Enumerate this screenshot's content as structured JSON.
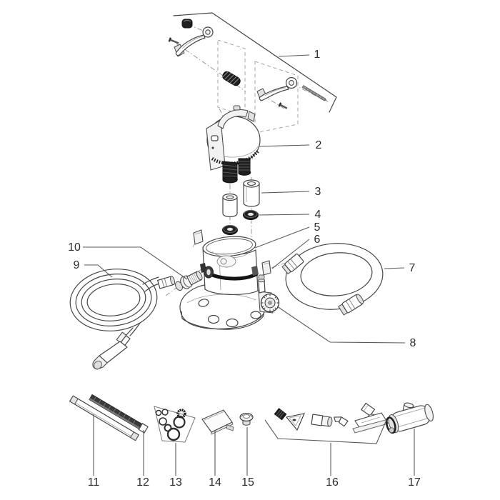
{
  "diagram": {
    "kind": "exploded-parts-diagram",
    "background_color": "#ffffff",
    "line_color": "#454545",
    "label_color": "#2c2c2c"
  },
  "callouts": [
    {
      "number": "1",
      "part": "handle-kit"
    },
    {
      "number": "2",
      "part": "motor-head"
    },
    {
      "number": "3",
      "part": "foam-filter-cartridge"
    },
    {
      "number": "4",
      "part": "seal-ring"
    },
    {
      "number": "5",
      "part": "collection-tank"
    },
    {
      "number": "6",
      "part": "latch-clip"
    },
    {
      "number": "7",
      "part": "discharge-hose"
    },
    {
      "number": "8",
      "part": "wheeled-base"
    },
    {
      "number": "9",
      "part": "suction-hose"
    },
    {
      "number": "10",
      "part": "hose-connector"
    },
    {
      "number": "11",
      "part": "extension-tube"
    },
    {
      "number": "12",
      "part": "extension-tube-ribbed"
    },
    {
      "number": "13",
      "part": "o-ring-set"
    },
    {
      "number": "14",
      "part": "flat-filter-plate"
    },
    {
      "number": "15",
      "part": "plug-cap"
    },
    {
      "number": "16",
      "part": "nozzle-set"
    },
    {
      "number": "17",
      "part": "floor-nozzle"
    }
  ]
}
